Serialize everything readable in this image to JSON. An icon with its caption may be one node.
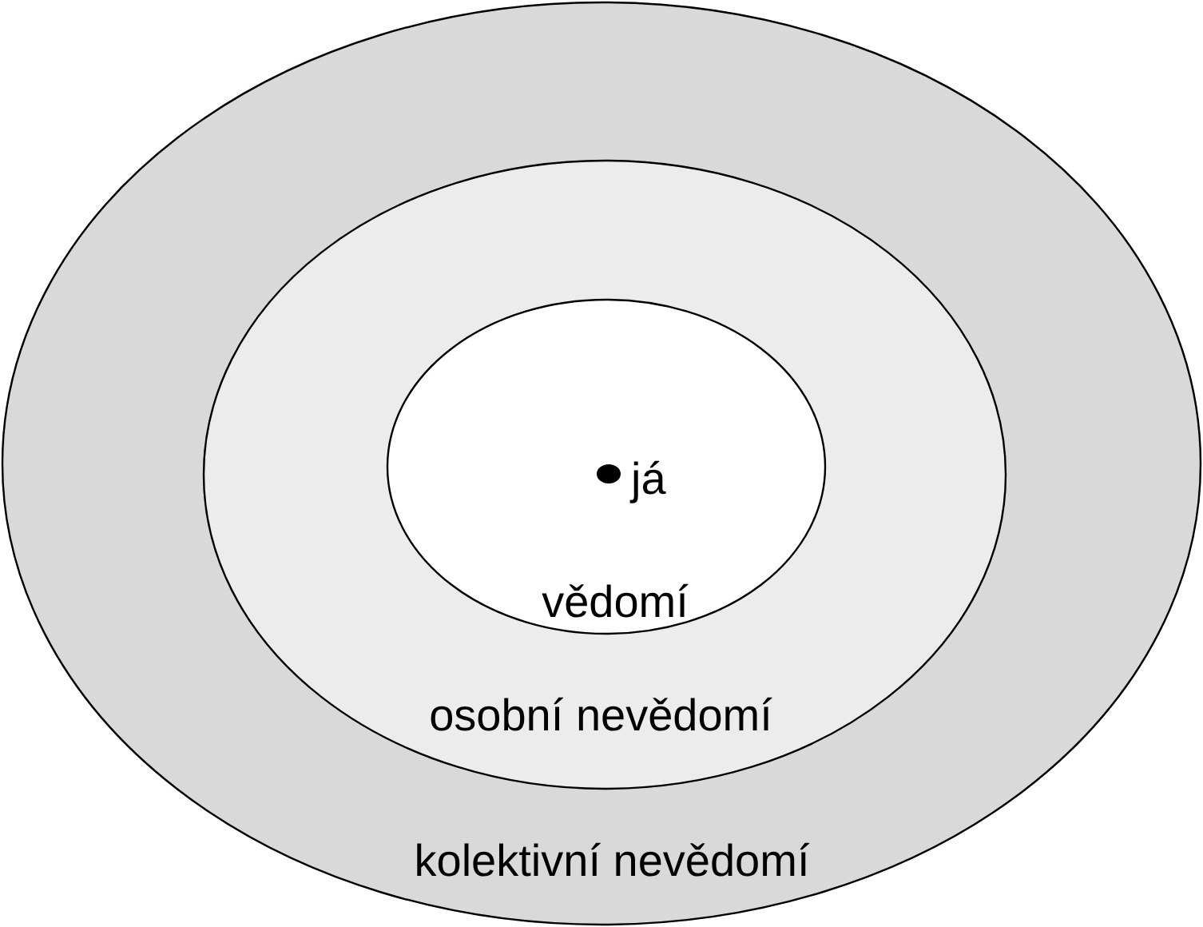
{
  "diagram": {
    "nodes": [
      {
        "text": [
          "kolektivní nevědomí"
        ]
      },
      {
        "text": [
          "osobní nevědomí"
        ],
        "in": 0
      },
      {
        "text": [
          "vědomí"
        ],
        "in": 1
      },
      {
        "text": [],
        "shape": "circle",
        "in": 2,
        "beside": [
          "já"
        ]
      }
    ]
  }
}
